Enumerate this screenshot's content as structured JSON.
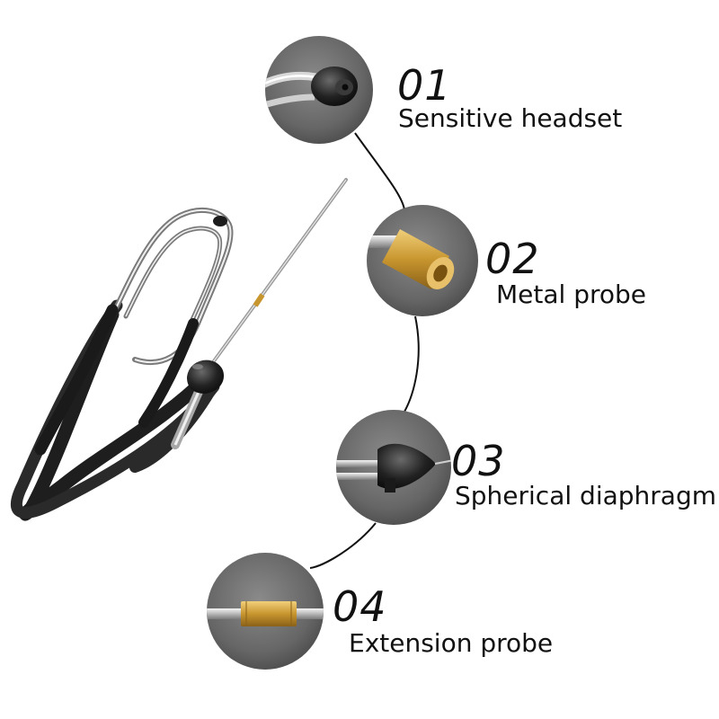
{
  "features": [
    {
      "number": "01",
      "label": "Sensitive headset"
    },
    {
      "number": "02",
      "label": "Metal probe"
    },
    {
      "number": "03",
      "label": "Spherical diaphragm"
    },
    {
      "number": "04",
      "label": "Extension probe"
    }
  ],
  "colors": {
    "background": "#ffffff",
    "circle_fill": "#6f6f6f",
    "tube": "#2b2b2b",
    "metal": "#c9c9c9",
    "brass": "#c8962f",
    "text": "#111111"
  }
}
